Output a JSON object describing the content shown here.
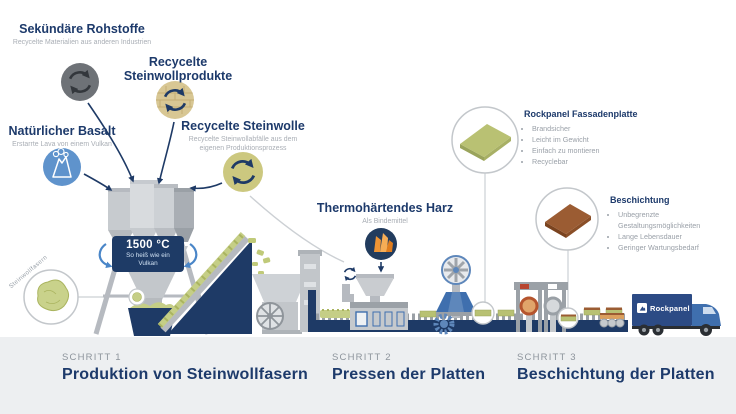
{
  "sources": {
    "secondary": {
      "title": "Sekündäre Rohstoffe",
      "subtitle": "Recycelte Materialien aus anderen Industrien"
    },
    "products": {
      "title": "Recycelte Steinwollprodukte"
    },
    "basalt": {
      "title": "Natürlicher Basalt",
      "subtitle": "Erstarrte Lava von einem Vulkan"
    },
    "wool": {
      "title": "Recycelte Steinwolle",
      "subtitle": "Recycelte Steinwollabfälle aus dem eigenen Produktionsprozess"
    },
    "resin": {
      "title": "Thermohärtendes Harz",
      "subtitle": "Als Bindemittel"
    }
  },
  "furnace": {
    "temperature": "1500 °C",
    "caption": "So heiß wie ein Vulkan"
  },
  "fiber_label": "Steinwollfasern",
  "panel_info": {
    "title": "Rockpanel Fassadenplatte",
    "bullets": [
      "Brandsicher",
      "Leicht im Gewicht",
      "Einfach zu montieren",
      "Recyclebar"
    ]
  },
  "coating_info": {
    "title": "Beschichtung",
    "bullets": [
      "Unbegrenzte Gestaltungsmöglichkeiten",
      "Lange Lebensdauer",
      "Geringer Wartungsbedarf"
    ]
  },
  "truck": {
    "brand": "Rockpanel"
  },
  "steps": [
    {
      "label": "SCHRITT 1",
      "title": "Produktion von Steinwollfasern"
    },
    {
      "label": "SCHRITT 2",
      "title": "Pressen der Platten"
    },
    {
      "label": "SCHRITT 3",
      "title": "Beschichtung der Platten"
    }
  ],
  "colors": {
    "navy": "#1e3a66",
    "accent_blue": "#4a86c8",
    "wool_green": "#c5ce86",
    "panel_green": "#b8c173",
    "coating_brown": "#9b5c33",
    "band_gray": "#edeff1"
  }
}
